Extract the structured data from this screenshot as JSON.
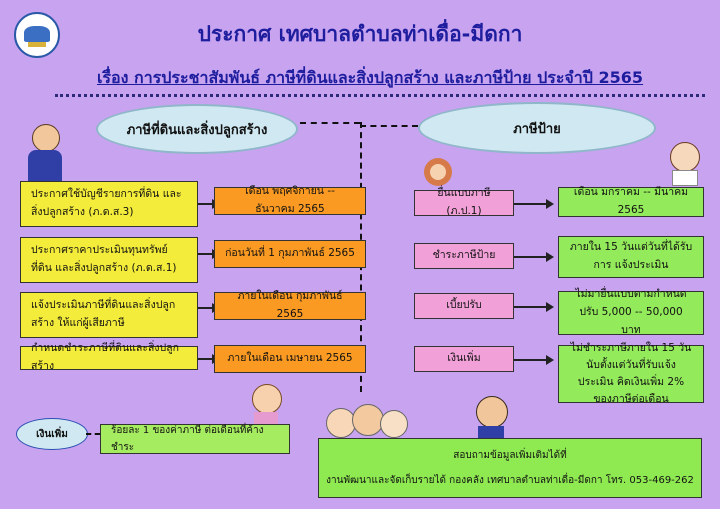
{
  "header": {
    "title": "ประกาศ  เทศบาลตำบลท่าเดื่อ-มีดกา",
    "subtitle": "เรื่อง  การประชาสัมพันธ์  ภาษีที่ดินและสิ่งปลูกสร้าง  และภาษีป้าย  ประจำปี  2565"
  },
  "left": {
    "cloud_label": "ภาษีที่ดินและสิ่งปลูกสร้าง",
    "rows": [
      {
        "step": "ประกาศใช้บัญชีรายการที่ดิน  และสิ่งปลูกสร้าง  (ภ.ด.ส.3)",
        "when": "เดือน  พฤศจิกายน  --  ธันวาคม  2565"
      },
      {
        "step": "ประกาศราคาประเมินทุนทรัพย์ที่ดิน และสิ่งปลูกสร้าง  (ภ.ด.ส.1)",
        "when": "ก่อนวันที่  1  กุมภาพันธ์  2565"
      },
      {
        "step": "แจ้งประเมินภาษีที่ดินและสิ่งปลูกสร้าง ให้แก่ผู้เสียภาษี",
        "when": "ภายในเดือน  กุมภาพันธ์  2565"
      },
      {
        "step": "กำหนดชำระภาษีที่ดินและสิ่งปลูกสร้าง",
        "when": "ภายในเดือน  เมษายน  2565"
      }
    ],
    "penalty_label": "เงินเพิ่ม",
    "penalty_text": "ร้อยละ  1  ของค่าภาษี  ต่อเดือนที่ค้างชำระ"
  },
  "right": {
    "cloud_label": "ภาษีป้าย",
    "rows": [
      {
        "step": "ยื่นแบบภาษี  (ภ.ป.1)",
        "when": "เดือน  มกราคม  --  มีนาคม  2565"
      },
      {
        "step": "ชำระภาษีป้าย",
        "when": "ภายใน  15  วันแต่วันที่ได้รับการ แจ้งประเมิน"
      },
      {
        "step": "เบี้ยปรับ",
        "when": "ไม่มายื่นแบบตามกำหนด  ปรับ 5,000  --  50,000  บาท"
      },
      {
        "step": "เงินเพิ่ม",
        "when": "ไม่ชำระภาษีภายใน  15  วัน นับตั้งแต่วันที่รับแจ้งประเมิน คิดเงินเพิ่ม  2%  ของภาษีต่อเดือน"
      }
    ]
  },
  "contact": {
    "line1": "สอบถามข้อมูลเพิ่มเติมได้ที่",
    "line2": "งานพัฒนาและจัดเก็บรายได้  กองคลัง  เทศบาลตำบลท่าเดื่อ-มีดกา  โทร.  053-469-262"
  }
}
